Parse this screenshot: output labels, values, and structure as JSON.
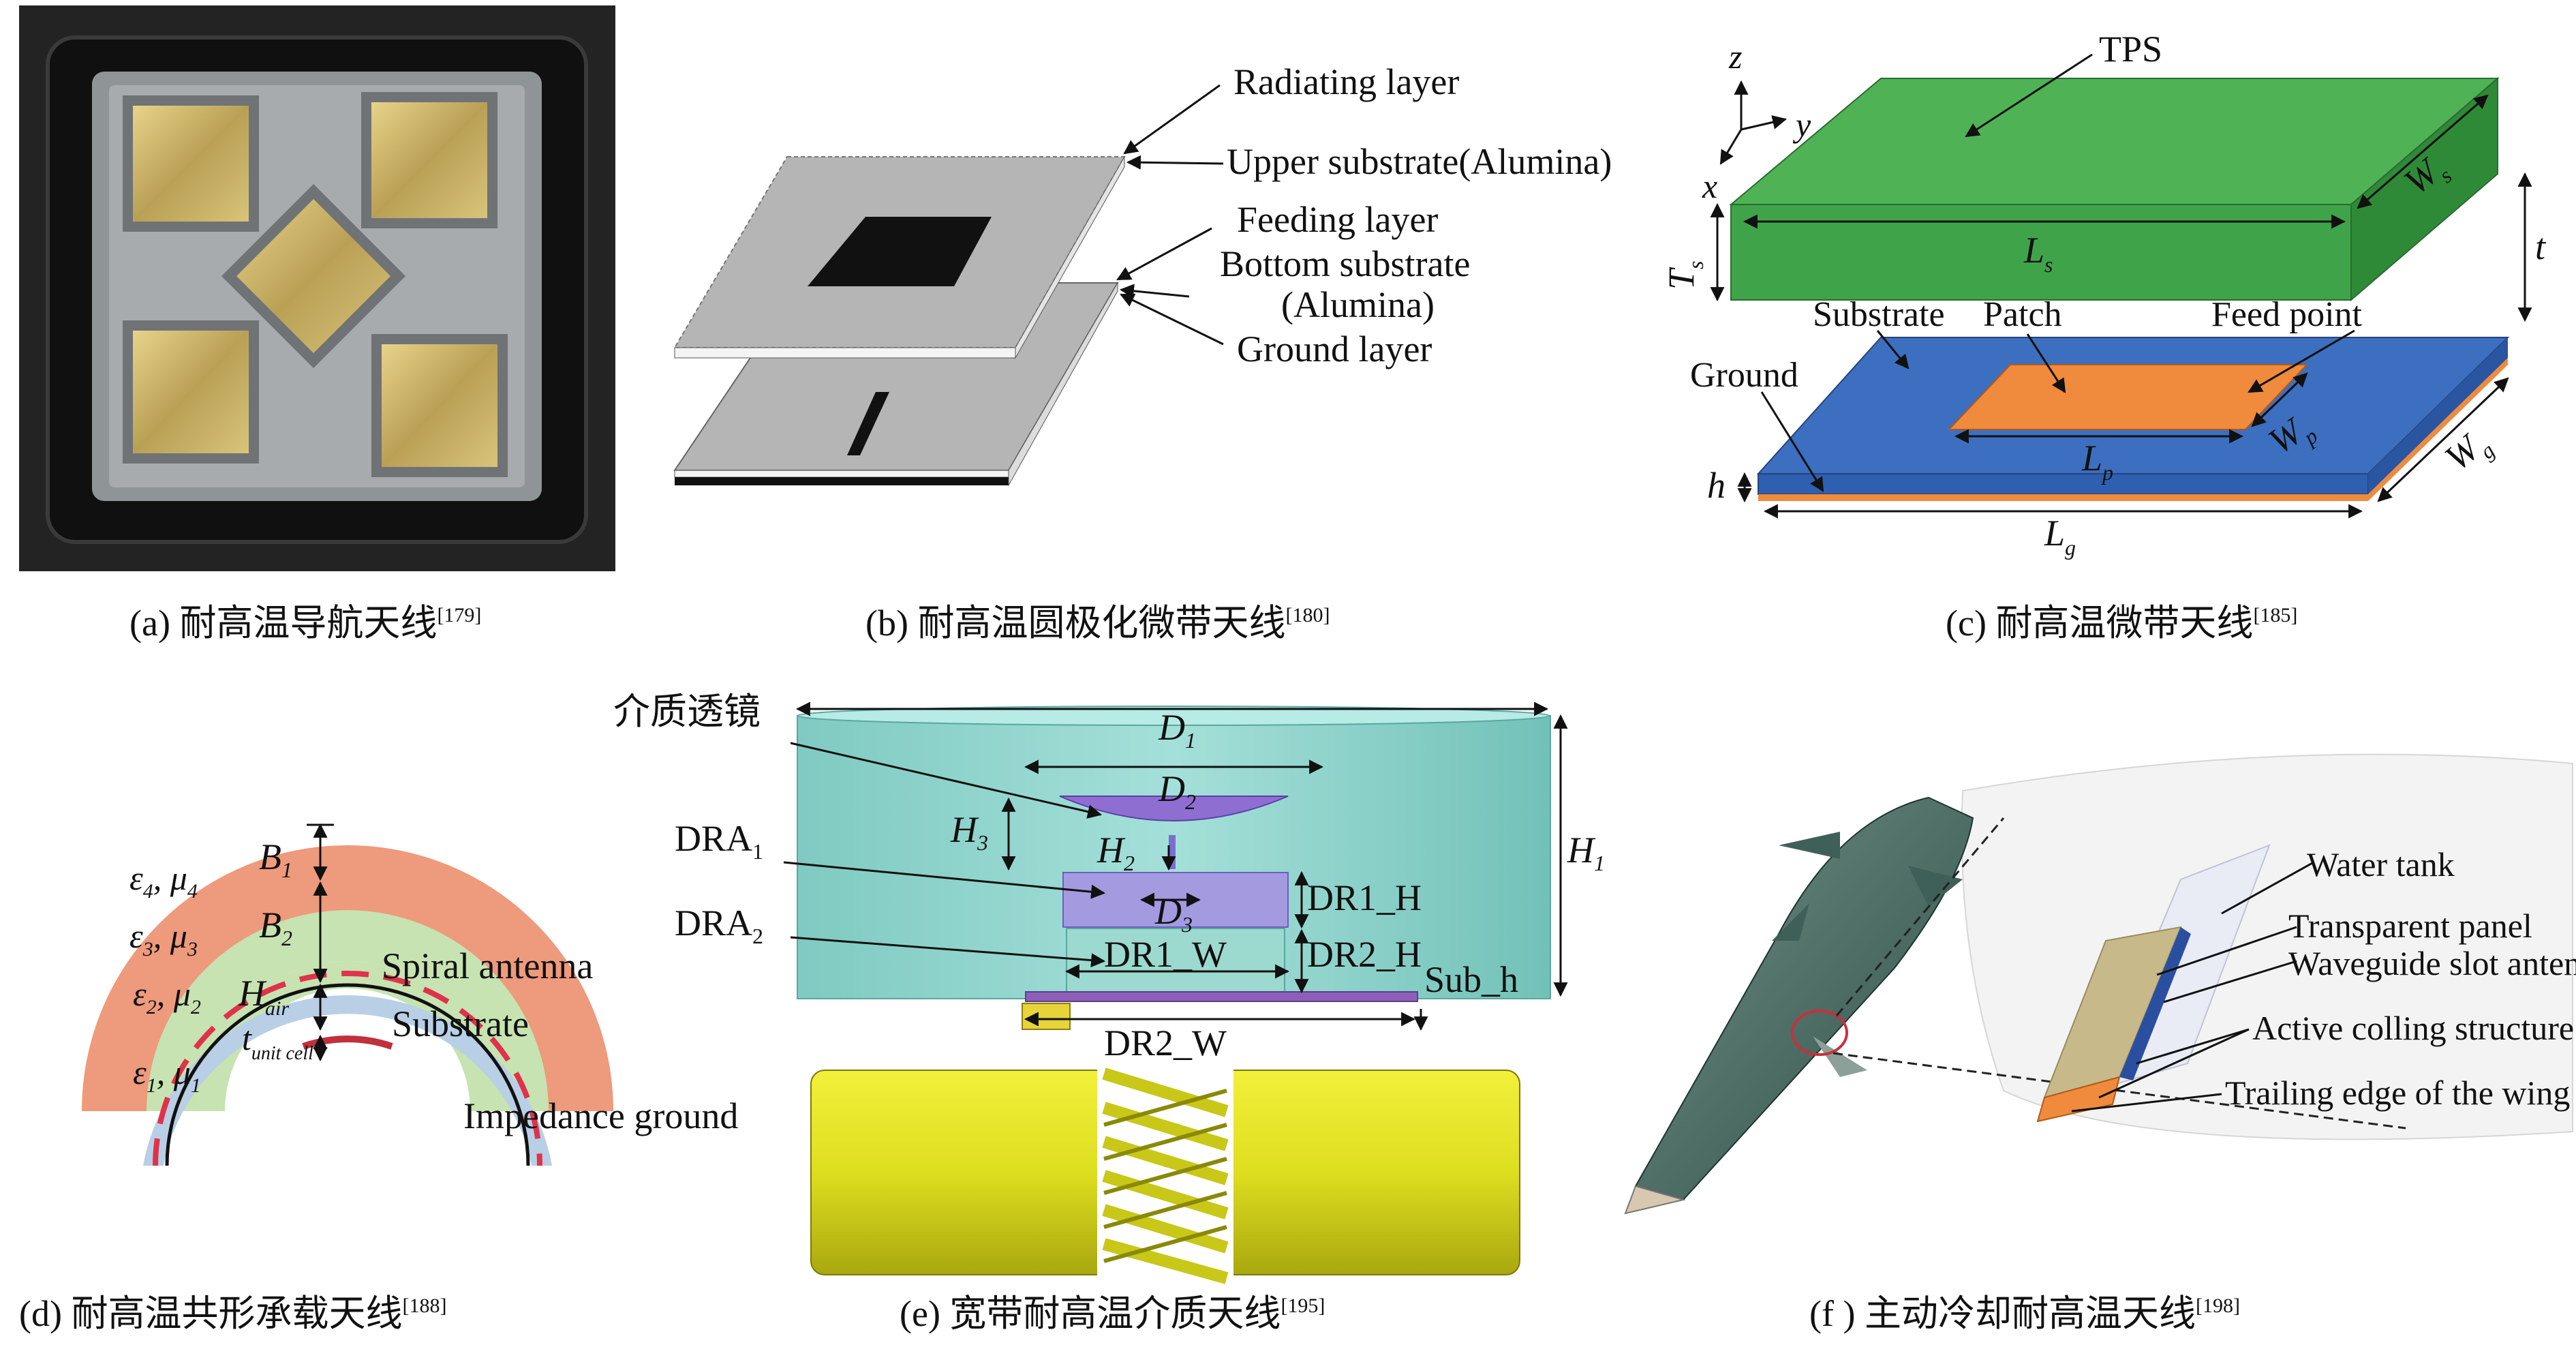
{
  "captions": {
    "a": {
      "main": "(a) 耐高温导航天线",
      "ref": "[179]"
    },
    "b": {
      "main": "(b) 耐高温圆极化微带天线",
      "ref": "[180]"
    },
    "c": {
      "main": "(c) 耐高温微带天线",
      "ref": "[185]"
    },
    "d": {
      "main": "(d) 耐高温共形承载天线",
      "ref": "[188]"
    },
    "e": {
      "main": "(e) 宽带耐高温介质天线",
      "ref": "[195]"
    },
    "f": {
      "main": "(f ) 主动冷却耐高温天线",
      "ref": "[198]"
    }
  },
  "panel_b": {
    "radiating": "Radiating layer",
    "upper": "Upper substrate(Alumina)",
    "feeding": "Feeding layer",
    "bottom1": "Bottom substrate",
    "bottom2": "(Alumina)",
    "ground": "Ground layer"
  },
  "panel_c": {
    "z": "z",
    "x": "x",
    "y": "y",
    "tps": "TPS",
    "ls": "L",
    "ls_sub": "s",
    "ws": "W",
    "ws_sub": "s",
    "ts": "T",
    "ts_sub": "s",
    "t": "t",
    "substrate": "Substrate",
    "patch": "Patch",
    "feed": "Feed point",
    "ground": "Ground",
    "lp": "L",
    "lp_sub": "p",
    "wp": "W",
    "wp_sub": "p",
    "h": "h",
    "wg": "W",
    "wg_sub": "g",
    "lg": "L",
    "lg_sub": "g"
  },
  "panel_d": {
    "e4": "ε",
    "e4s": "4",
    "m4": ", μ",
    "m4s": "4",
    "e3": "ε",
    "e3s": "3",
    "m3": ", μ",
    "m3s": "3",
    "e2": "ε",
    "e2s": "2",
    "m2": ", μ",
    "m2s": "2",
    "e1": "ε",
    "e1s": "1",
    "m1": ", μ",
    "m1s": "1",
    "b1": "B",
    "b1s": "1",
    "b2": "B",
    "b2s": "2",
    "hair": "H",
    "hairs": "air",
    "tu": "t",
    "tus": "unit cell",
    "spiral": "Spiral antenna",
    "substrate": "Substrate",
    "impedance": "Impedance ground"
  },
  "panel_e": {
    "lens": "介质透镜",
    "d1": "D",
    "d1s": "1",
    "d2": "D",
    "d2s": "2",
    "d3": "D",
    "d3s": "3",
    "h1": "H",
    "h1s": "1",
    "h2": "H",
    "h2s": "2",
    "h3": "H",
    "h3s": "3",
    "dra1": "DRA",
    "dra1s": "1",
    "dra2": "DRA",
    "dra2s": "2",
    "dr1h": "DR1_H",
    "dr2h": "DR2_H",
    "dr1w": "DR1_W",
    "dr2w": "DR2_W",
    "subh": "Sub_h"
  },
  "panel_f": {
    "water": "Water tank",
    "transparent": "Transparent panel",
    "waveguide": "Waveguide slot antenna",
    "active": "Active colling structure",
    "trailing": "Trailing edge of the wing"
  },
  "colors": {
    "tps_green": "#3fa34a",
    "substrate_blue": "#3d6fc0",
    "patch_orange": "#f08a3c",
    "lens_cyan": "#8fd6cf",
    "coil_yellow": "#e7e52a",
    "layer_salmon": "#ee9a7c",
    "layer_green": "#c6e3b1",
    "layer_blue": "#b8cfe6"
  }
}
